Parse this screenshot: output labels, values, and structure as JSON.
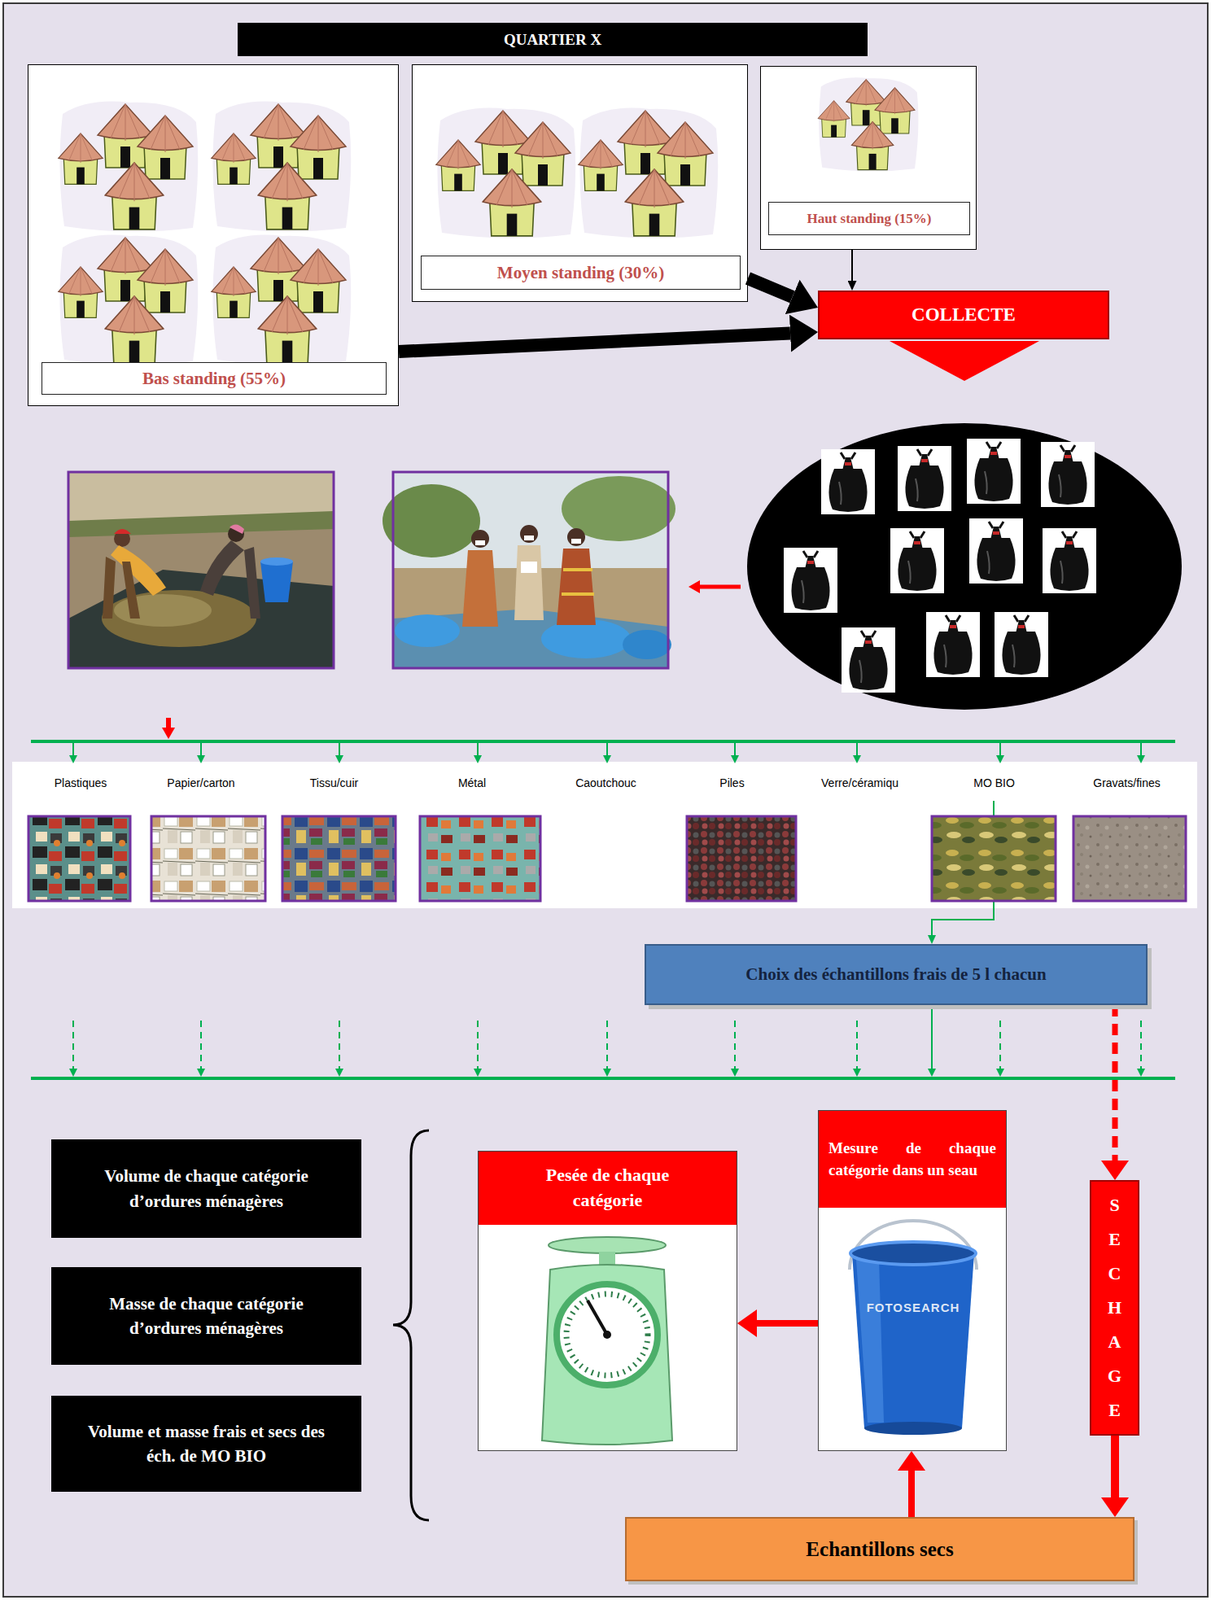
{
  "diagram": {
    "title": "QUARTIER X",
    "nodes": [
      {
        "text": [
          "Bas standing (55%)"
        ]
      },
      {
        "text": [
          "Moyen standing (30%)"
        ]
      },
      {
        "text": [
          "Haut standing (15%)"
        ]
      },
      {
        "text": [
          "COLLECTE"
        ]
      },
      {
        "text": [
          "Plastiques"
        ]
      },
      {
        "text": [
          "Papier/carton"
        ]
      },
      {
        "text": [
          "Tissu/cuir"
        ]
      },
      {
        "text": [
          "Métal"
        ]
      },
      {
        "text": [
          "Caoutchouc"
        ]
      },
      {
        "text": [
          "Piles"
        ]
      },
      {
        "text": [
          "Verre/céramiqu"
        ]
      },
      {
        "text": [
          "MO BIO"
        ]
      },
      {
        "text": [
          "Gravats/fines"
        ]
      },
      {
        "text": [
          "Choix des échantillons frais de 5 l chacun"
        ]
      },
      {
        "text": [
          "Volume de chaque catégorie d’ordures ménagères"
        ]
      },
      {
        "text": [
          "Masse de chaque catégorie d’ordures ménagères"
        ]
      },
      {
        "text": [
          "Volume et masse frais et secs des éch. de MO BIO"
        ]
      },
      {
        "text": [
          "Pesée de chaque catégorie"
        ]
      },
      {
        "text": [
          "Mesure de chaque catégorie dans un seau"
        ]
      },
      {
        "text": [
          "SECHAGE"
        ]
      },
      {
        "text": [
          "Echantillons secs"
        ]
      }
    ],
    "edges": [
      {
        "from": 0,
        "to": 3,
        "arrow": "to"
      },
      {
        "from": 1,
        "to": 3,
        "arrow": "to"
      },
      {
        "from": 2,
        "to": 3,
        "arrow": "to"
      },
      {
        "from": 11,
        "to": 13,
        "arrow": "to"
      },
      {
        "from": 13,
        "to": 19,
        "arrow": "to"
      },
      {
        "from": 19,
        "to": 20,
        "arrow": "to"
      },
      {
        "from": 20,
        "to": 18,
        "arrow": "to"
      },
      {
        "from": 18,
        "to": 17,
        "arrow": "to"
      }
    ],
    "labels": [
      "FOTOSEARCH"
    ]
  }
}
